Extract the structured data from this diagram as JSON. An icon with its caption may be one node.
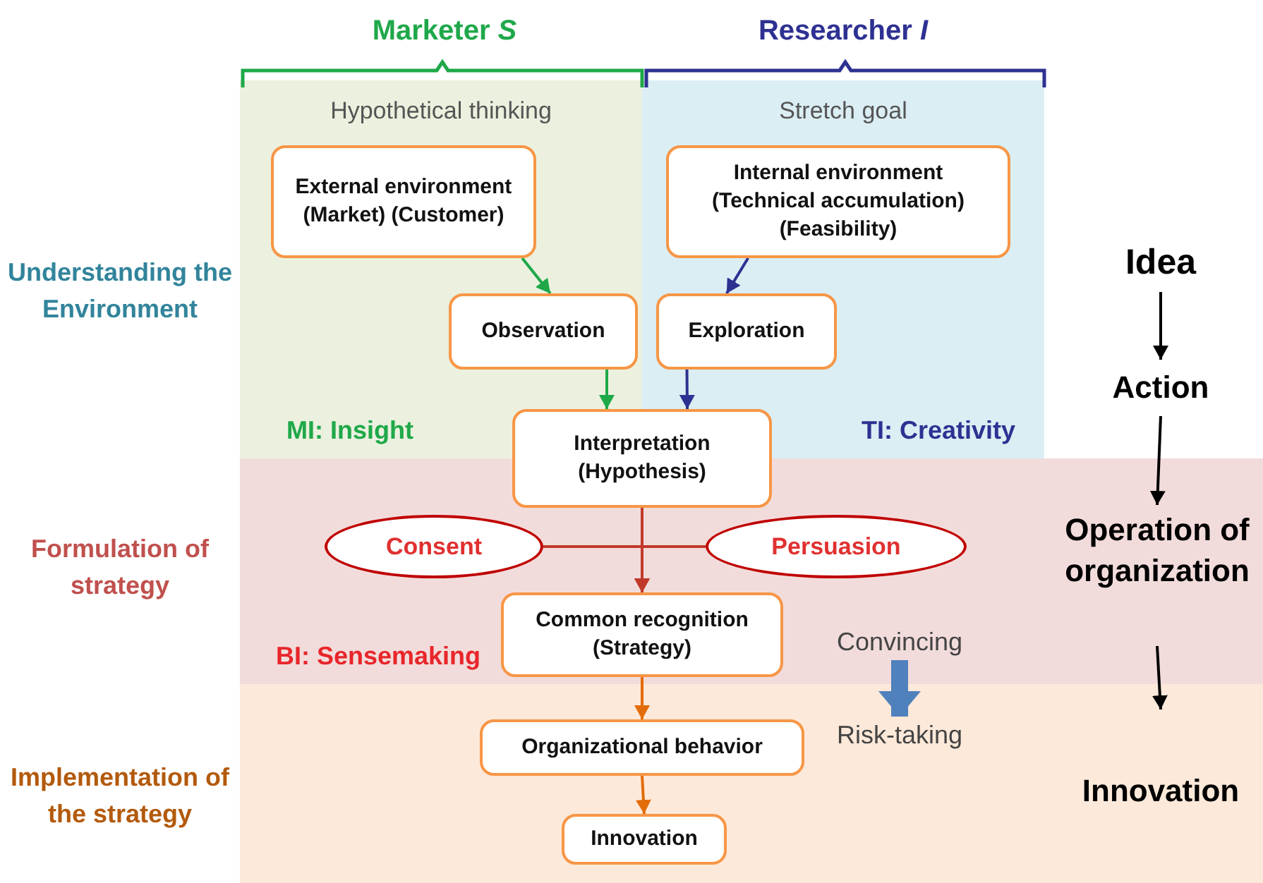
{
  "diagram": {
    "nodes": [
      {
        "text": [
          "Hypothetical thinking",
          "MI: Insight"
        ]
      },
      {
        "text": [
          "Stretch goal",
          "TI: Creativity"
        ]
      },
      {
        "text": [
          "BI: Sensemaking"
        ]
      },
      {
        "text": [],
        "shape": "band"
      },
      {
        "text": [
          "External environment (Market) (Customer)"
        ],
        "in": 0
      },
      {
        "text": [
          "Internal environment (Technical accumulation) (Feasibility)"
        ],
        "in": 1
      },
      {
        "text": [
          "Observation"
        ],
        "in": 0
      },
      {
        "text": [
          "Exploration"
        ],
        "in": 1
      },
      {
        "text": [
          "Interpretation (Hypothesis)"
        ]
      },
      {
        "text": [
          "Consent"
        ],
        "in": 2
      },
      {
        "text": [
          "Persuasion"
        ],
        "in": 2
      },
      {
        "text": [
          "Common recognition (Strategy)"
        ],
        "in": 2
      },
      {
        "text": [
          "Convincing"
        ],
        "in": 2
      },
      {
        "text": [
          "Organizational behavior"
        ],
        "in": 3
      },
      {
        "text": [
          "Risk-taking"
        ],
        "in": 3
      },
      {
        "text": [
          "Innovation"
        ],
        "in": 3
      },
      {
        "text": [
          "Idea"
        ]
      },
      {
        "text": [
          "Action"
        ]
      },
      {
        "text": [
          "Operation of organization"
        ],
        "in": 2
      },
      {
        "text": [
          "Innovation"
        ],
        "in": 3
      }
    ],
    "edges": [
      {
        "from": 4,
        "to": 6,
        "arrow": "to",
        "color": "#1fa84a"
      },
      {
        "from": 5,
        "to": 7,
        "arrow": "to",
        "color": "#2e3192"
      },
      {
        "from": 6,
        "to": 8,
        "arrow": "to",
        "color": "#1fa84a"
      },
      {
        "from": 7,
        "to": 8,
        "arrow": "to",
        "color": "#2e3192"
      },
      {
        "from": 8,
        "to": 11,
        "arrow": "to",
        "color": "#c0392b"
      },
      {
        "from": 9,
        "to": 11,
        "arrow": "to",
        "color": "#c0392b"
      },
      {
        "from": 10,
        "to": 11,
        "arrow": "to",
        "color": "#c0392b"
      },
      {
        "from": 11,
        "to": 13,
        "arrow": "to",
        "color": "#e36c09"
      },
      {
        "from": 13,
        "to": 15,
        "arrow": "to",
        "color": "#e36c09"
      },
      {
        "from": 12,
        "to": 14,
        "arrow": "to",
        "style": "thick",
        "color": "#4f81bd"
      },
      {
        "from": 16,
        "to": 17,
        "arrow": "to",
        "color": "#000000"
      },
      {
        "from": 17,
        "to": 18,
        "arrow": "to",
        "color": "#000000"
      },
      {
        "from": 18,
        "to": 19,
        "arrow": "to",
        "color": "#000000"
      }
    ],
    "labels": [
      "Marketer *S*",
      "Researcher *I*",
      "Understanding the Environment",
      "Formulation of strategy",
      "Implementation of the strategy"
    ]
  }
}
